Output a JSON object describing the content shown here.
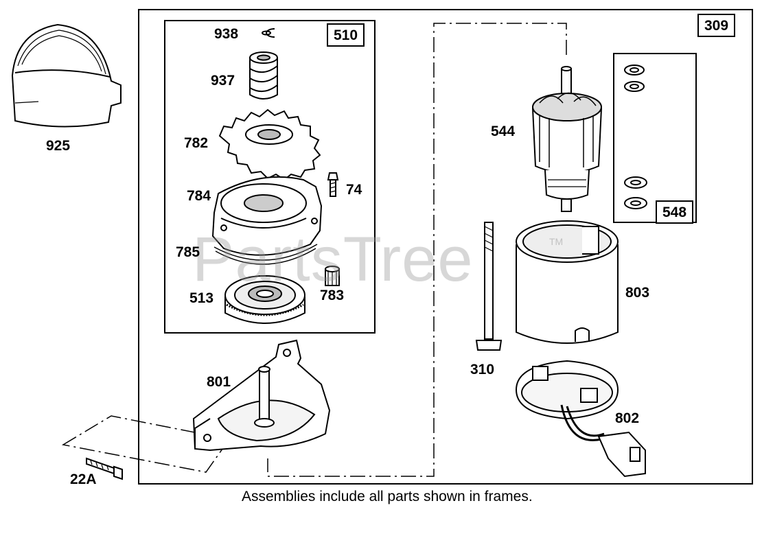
{
  "watermark": {
    "text": "PartsTree",
    "tm": "TM"
  },
  "frames": {
    "main": "309",
    "gear_assembly": "510",
    "washer_set": "548"
  },
  "parts": {
    "p925": "925",
    "p938": "938",
    "p937": "937",
    "p782": "782",
    "p784": "784",
    "p74": "74",
    "p785": "785",
    "p513": "513",
    "p783": "783",
    "p801": "801",
    "p22a": "22A",
    "p544": "544",
    "p310": "310",
    "p803": "803",
    "p802": "802"
  },
  "note": "Assemblies include all parts shown in frames."
}
